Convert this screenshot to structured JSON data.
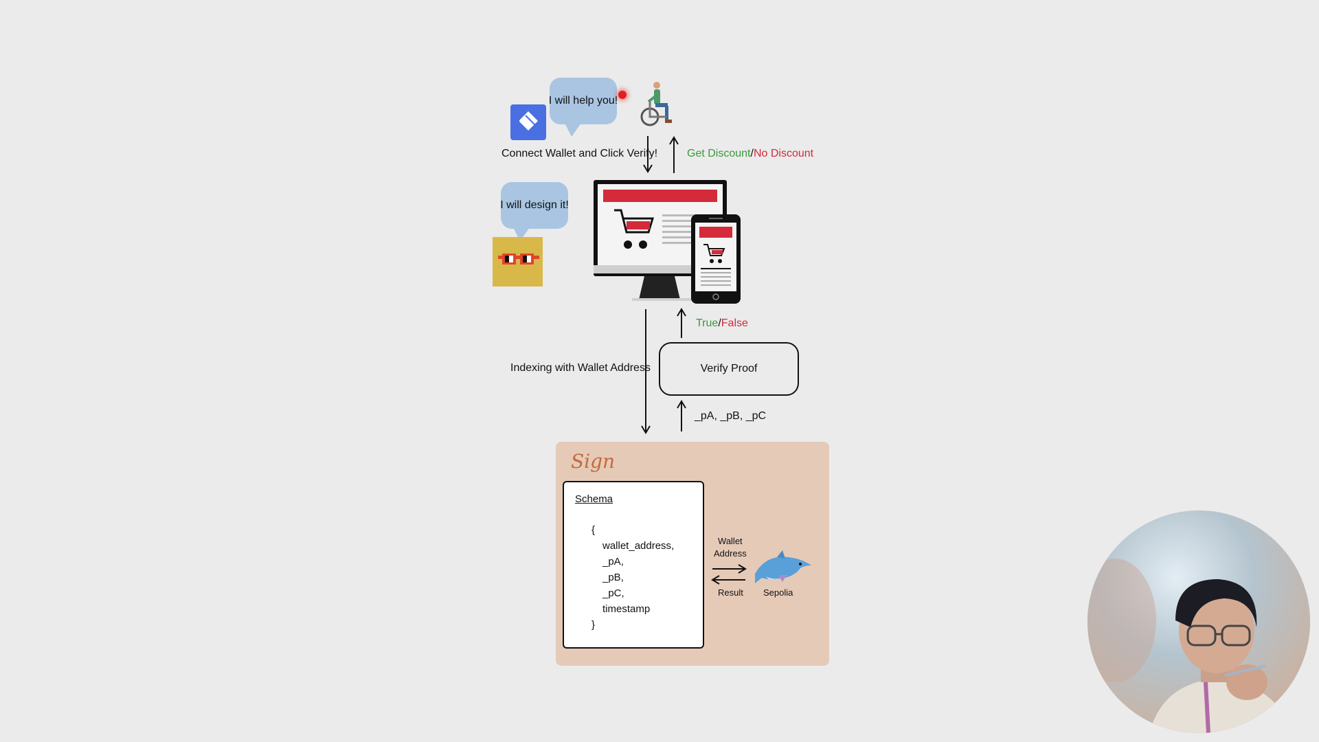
{
  "bubbles": {
    "help": "I will help you!",
    "design": "I will design it!"
  },
  "labels": {
    "connect_wallet": "Connect Wallet and Click Verify!",
    "get_discount": "Get Discount",
    "slash": "/",
    "no_discount": "No Discount",
    "true_text": "True",
    "false_text": "False",
    "indexing": "Indexing with Wallet Address",
    "proof_params": "_pA, _pB, _pC",
    "verify_proof": "Verify Proof"
  },
  "sign": {
    "title": "Sign",
    "schema_title": "Schema",
    "open_brace": "{",
    "fields": [
      "wallet_address,",
      "_pA,",
      "_pB,",
      "_pC,",
      "timestamp"
    ],
    "close_brace": "}",
    "wallet_address_line1": "Wallet",
    "wallet_address_line2": "Address",
    "result": "Result",
    "network": "Sepolia"
  },
  "colors": {
    "background": "#ebebeb",
    "bubble": "#a9c5e2",
    "sign_panel": "#e5cab8",
    "green": "#3a9a3a",
    "red": "#d42a3a",
    "wallet_icon": "#4a6fe0",
    "designer_avatar": "#d9b84a"
  },
  "icons": {
    "wallet": "wallet-app-icon",
    "user": "wheelchair-user-icon",
    "designer": "sunglasses-avatar-icon",
    "shop": "shopping-website-devices-icon",
    "network": "dolphin-icon",
    "webcam": "webcam-presenter"
  }
}
